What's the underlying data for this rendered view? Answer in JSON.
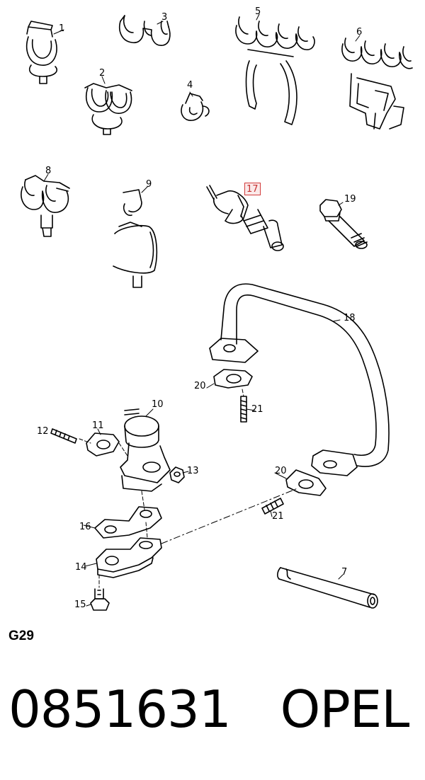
{
  "callouts": {
    "p1": "1",
    "p2": "2",
    "p3": "3",
    "p4": "4",
    "p5": "5",
    "p6": "6",
    "p7": "7",
    "p8": "8",
    "p9": "9",
    "p10": "10",
    "p11": "11",
    "p12": "12",
    "p13": "13",
    "p14": "14",
    "p15": "15",
    "p16": "16",
    "p17": "17",
    "p18": "18",
    "p19": "19",
    "p20a": "20",
    "p20b": "20",
    "p21a": "21",
    "p21b": "21"
  },
  "highlight": {
    "part": "17",
    "color": "#d23c3c",
    "fill": "#fbe9e9"
  },
  "group_code": "G29",
  "footer": {
    "part_number": "0851631",
    "brand": "OPEL"
  }
}
